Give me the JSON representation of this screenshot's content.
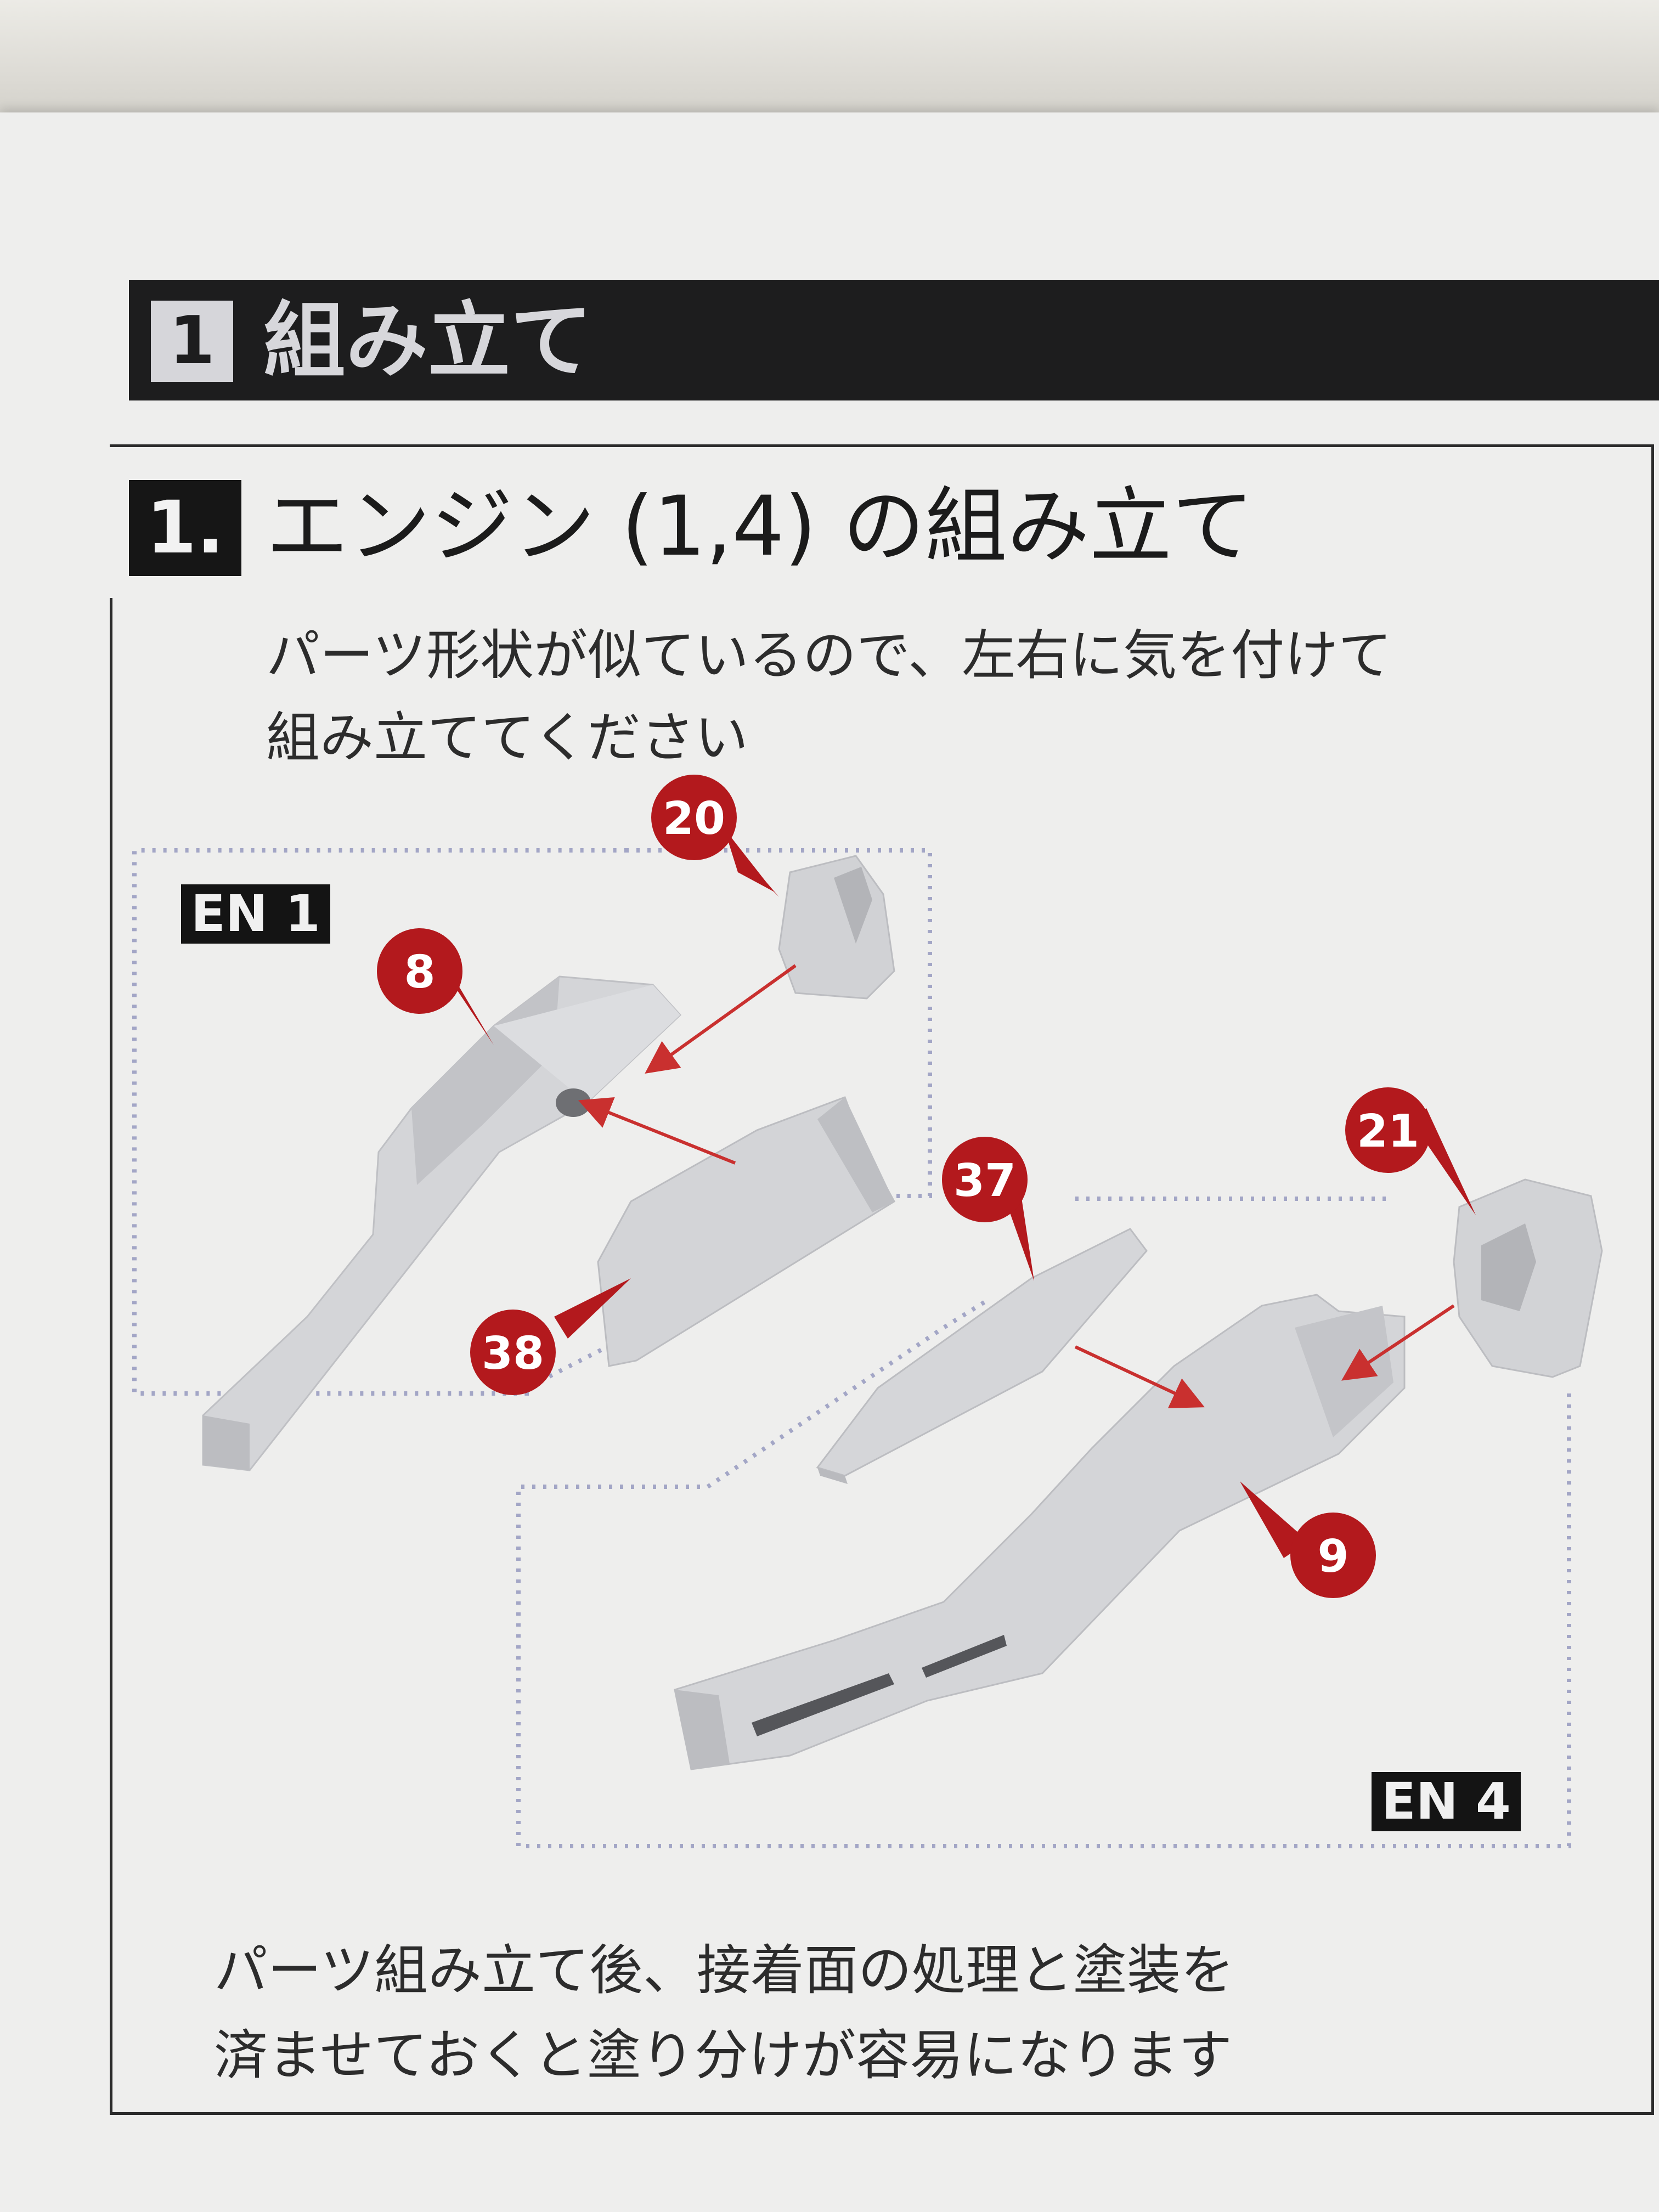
{
  "section": {
    "number": "1",
    "title": "組み立て"
  },
  "step": {
    "number": "1.",
    "title": "エンジン (1,4) の組み立て"
  },
  "notes": {
    "top": [
      "パーツ形状が似ているので、左右に気を付けて",
      "組み立ててください"
    ],
    "bottom": [
      "パーツ組み立て後、接着面の処理と塗装を",
      "済ませておくと塗り分けが容易になります"
    ]
  },
  "groups": {
    "en1": "EN 1",
    "en4": "EN 4"
  },
  "parts": {
    "p20": "20",
    "p8": "8",
    "p38": "38",
    "p37": "37",
    "p21": "21",
    "p9": "9"
  },
  "colors": {
    "callout": "#b3191d",
    "arrow": "#c9302f",
    "dash": "#a3a6c6",
    "part": "#d2d3d6",
    "part_shadow": "#a9abb0"
  }
}
